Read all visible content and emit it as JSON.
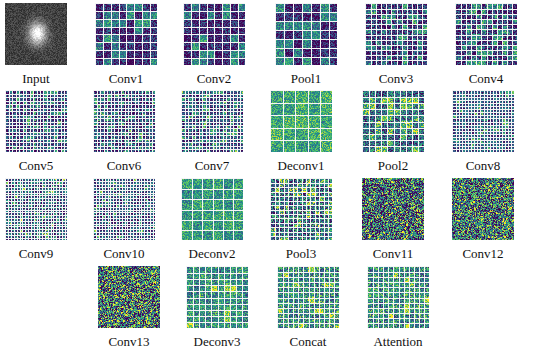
{
  "diagram": {
    "nodes": [
      {
        "text": [
          "Input"
        ]
      },
      {
        "text": [
          "Conv1"
        ]
      },
      {
        "text": [
          "Conv2"
        ]
      },
      {
        "text": [
          "Pool1"
        ]
      },
      {
        "text": [
          "Conv3"
        ]
      },
      {
        "text": [
          "Conv4"
        ]
      },
      {
        "text": [
          "Conv5"
        ]
      },
      {
        "text": [
          "Conv6"
        ]
      },
      {
        "text": [
          "Conv7"
        ]
      },
      {
        "text": [
          "Deconv1"
        ]
      },
      {
        "text": [
          "Pool2"
        ]
      },
      {
        "text": [
          "Conv8"
        ]
      },
      {
        "text": [
          "Conv9"
        ]
      },
      {
        "text": [
          "Conv10"
        ]
      },
      {
        "text": [
          "Deconv2"
        ]
      },
      {
        "text": [
          "Pool3"
        ]
      },
      {
        "text": [
          "Conv11"
        ]
      },
      {
        "text": [
          "Conv12"
        ]
      },
      {
        "text": [
          "Conv13"
        ]
      },
      {
        "text": [
          "Deconv3"
        ]
      },
      {
        "text": [
          "Concat"
        ]
      },
      {
        "text": [
          "Attention"
        ]
      }
    ]
  }
}
